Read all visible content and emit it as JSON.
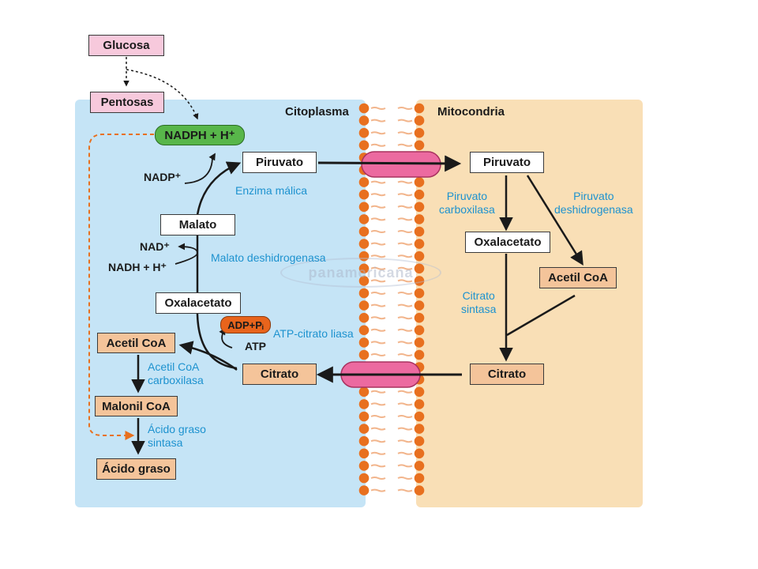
{
  "titles": {
    "cytoplasm": "Citoplasma",
    "mitochondria": "Mitocondria"
  },
  "boxes": {
    "glucosa": "Glucosa",
    "pentosas": "Pentosas",
    "nadph": "NADPH + H⁺",
    "piruvato_cyto": "Piruvato",
    "malato": "Malato",
    "oxalacetato_cyto": "Oxalacetato",
    "adp_pi": "ADP+Pᵢ",
    "acetil_coa_cyto": "Acetil CoA",
    "citrato_cyto": "Citrato",
    "malonil_coa": "Malonil CoA",
    "acido_graso": "Ácido graso",
    "piruvato_mito": "Piruvato",
    "oxalacetato_mito": "Oxalacetato",
    "acetil_coa_mito": "Acetil CoA",
    "citrato_mito": "Citrato"
  },
  "cofactors": {
    "nadp": "NADP⁺",
    "nad": "NAD⁺",
    "nadh": "NADH + H⁺",
    "atp": "ATP"
  },
  "enzymes": {
    "enzima_malica": "Enzima málica",
    "malato_deshidrogenasa": "Malato deshidrogenasa",
    "atp_citrato_liasa": "ATP-citrato liasa",
    "acetil_coa_carboxilasa_1": "Acetil CoA",
    "acetil_coa_carboxilasa_2": "carboxilasa",
    "acido_graso_sintasa_1": "Ácido graso",
    "acido_graso_sintasa_2": "sintasa",
    "piruvato_carboxilasa_1": "Piruvato",
    "piruvato_carboxilasa_2": "carboxilasa",
    "piruvato_deshidrogenasa_1": "Piruvato",
    "piruvato_deshidrogenasa_2": "deshidrogenasa",
    "citrato_sintasa_1": "Citrato",
    "citrato_sintasa_2": "sintasa"
  },
  "watermark": "panamericana",
  "colors": {
    "cytoplasm": "#c5e4f6",
    "mitochondria": "#f9dfb6",
    "membrane_head": "#e8701f",
    "transporter": "#ec6aa0",
    "enzyme_text": "#1d92cf",
    "nadph_dashed": "#e8701f"
  }
}
